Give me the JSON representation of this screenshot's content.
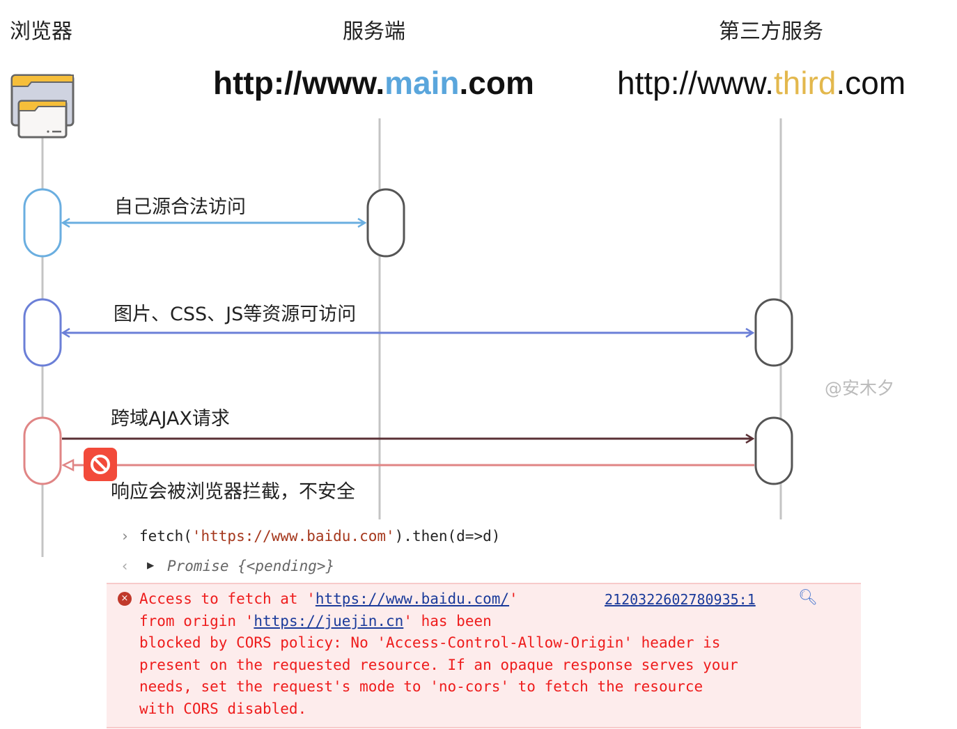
{
  "columns": {
    "browser": "浏览器",
    "server": "服务端",
    "third": "第三方服务"
  },
  "domains": {
    "main": {
      "prefix": "http://www.",
      "highlight": "main",
      "suffix": ".com",
      "color": "#5aa6dc"
    },
    "third": {
      "prefix": "http://www.",
      "highlight": "third",
      "suffix": ".com",
      "color": "#e3b84d"
    }
  },
  "arrows": [
    {
      "label": "自己源合法访问",
      "color": "#6aaee0"
    },
    {
      "label": "图片、CSS、JS等资源可访问",
      "color": "#6b7fd7"
    },
    {
      "label": "跨域AJAX请求",
      "color": "#5a3035"
    },
    {
      "label": "响应会被浏览器拦截，不安全",
      "color": "#e08585"
    }
  ],
  "watermark": "@安木夕",
  "console": {
    "input_prompt": "›",
    "input_code_prefix": "fetch(",
    "input_code_string": "'https://www.baidu.com'",
    "input_code_suffix": ").then(d=>d)",
    "output_prompt": "‹",
    "output_value": "Promise {<pending>}",
    "error": {
      "line1_prefix": "Access to fetch at '",
      "line1_link": "https://www.baidu.com/",
      "line1_suffix": "'",
      "source": "2120322602780935:1",
      "line2_prefix": "from origin '",
      "line2_link": "https://juejin.cn",
      "line2_suffix": "' has been",
      "line3": "blocked by CORS policy: No 'Access-Control-Allow-Origin' header is",
      "line4": "present on the requested resource. If an opaque response serves your",
      "line5": "needs, set the request's mode to 'no-cors' to fetch the resource",
      "line6": "with CORS disabled."
    }
  }
}
